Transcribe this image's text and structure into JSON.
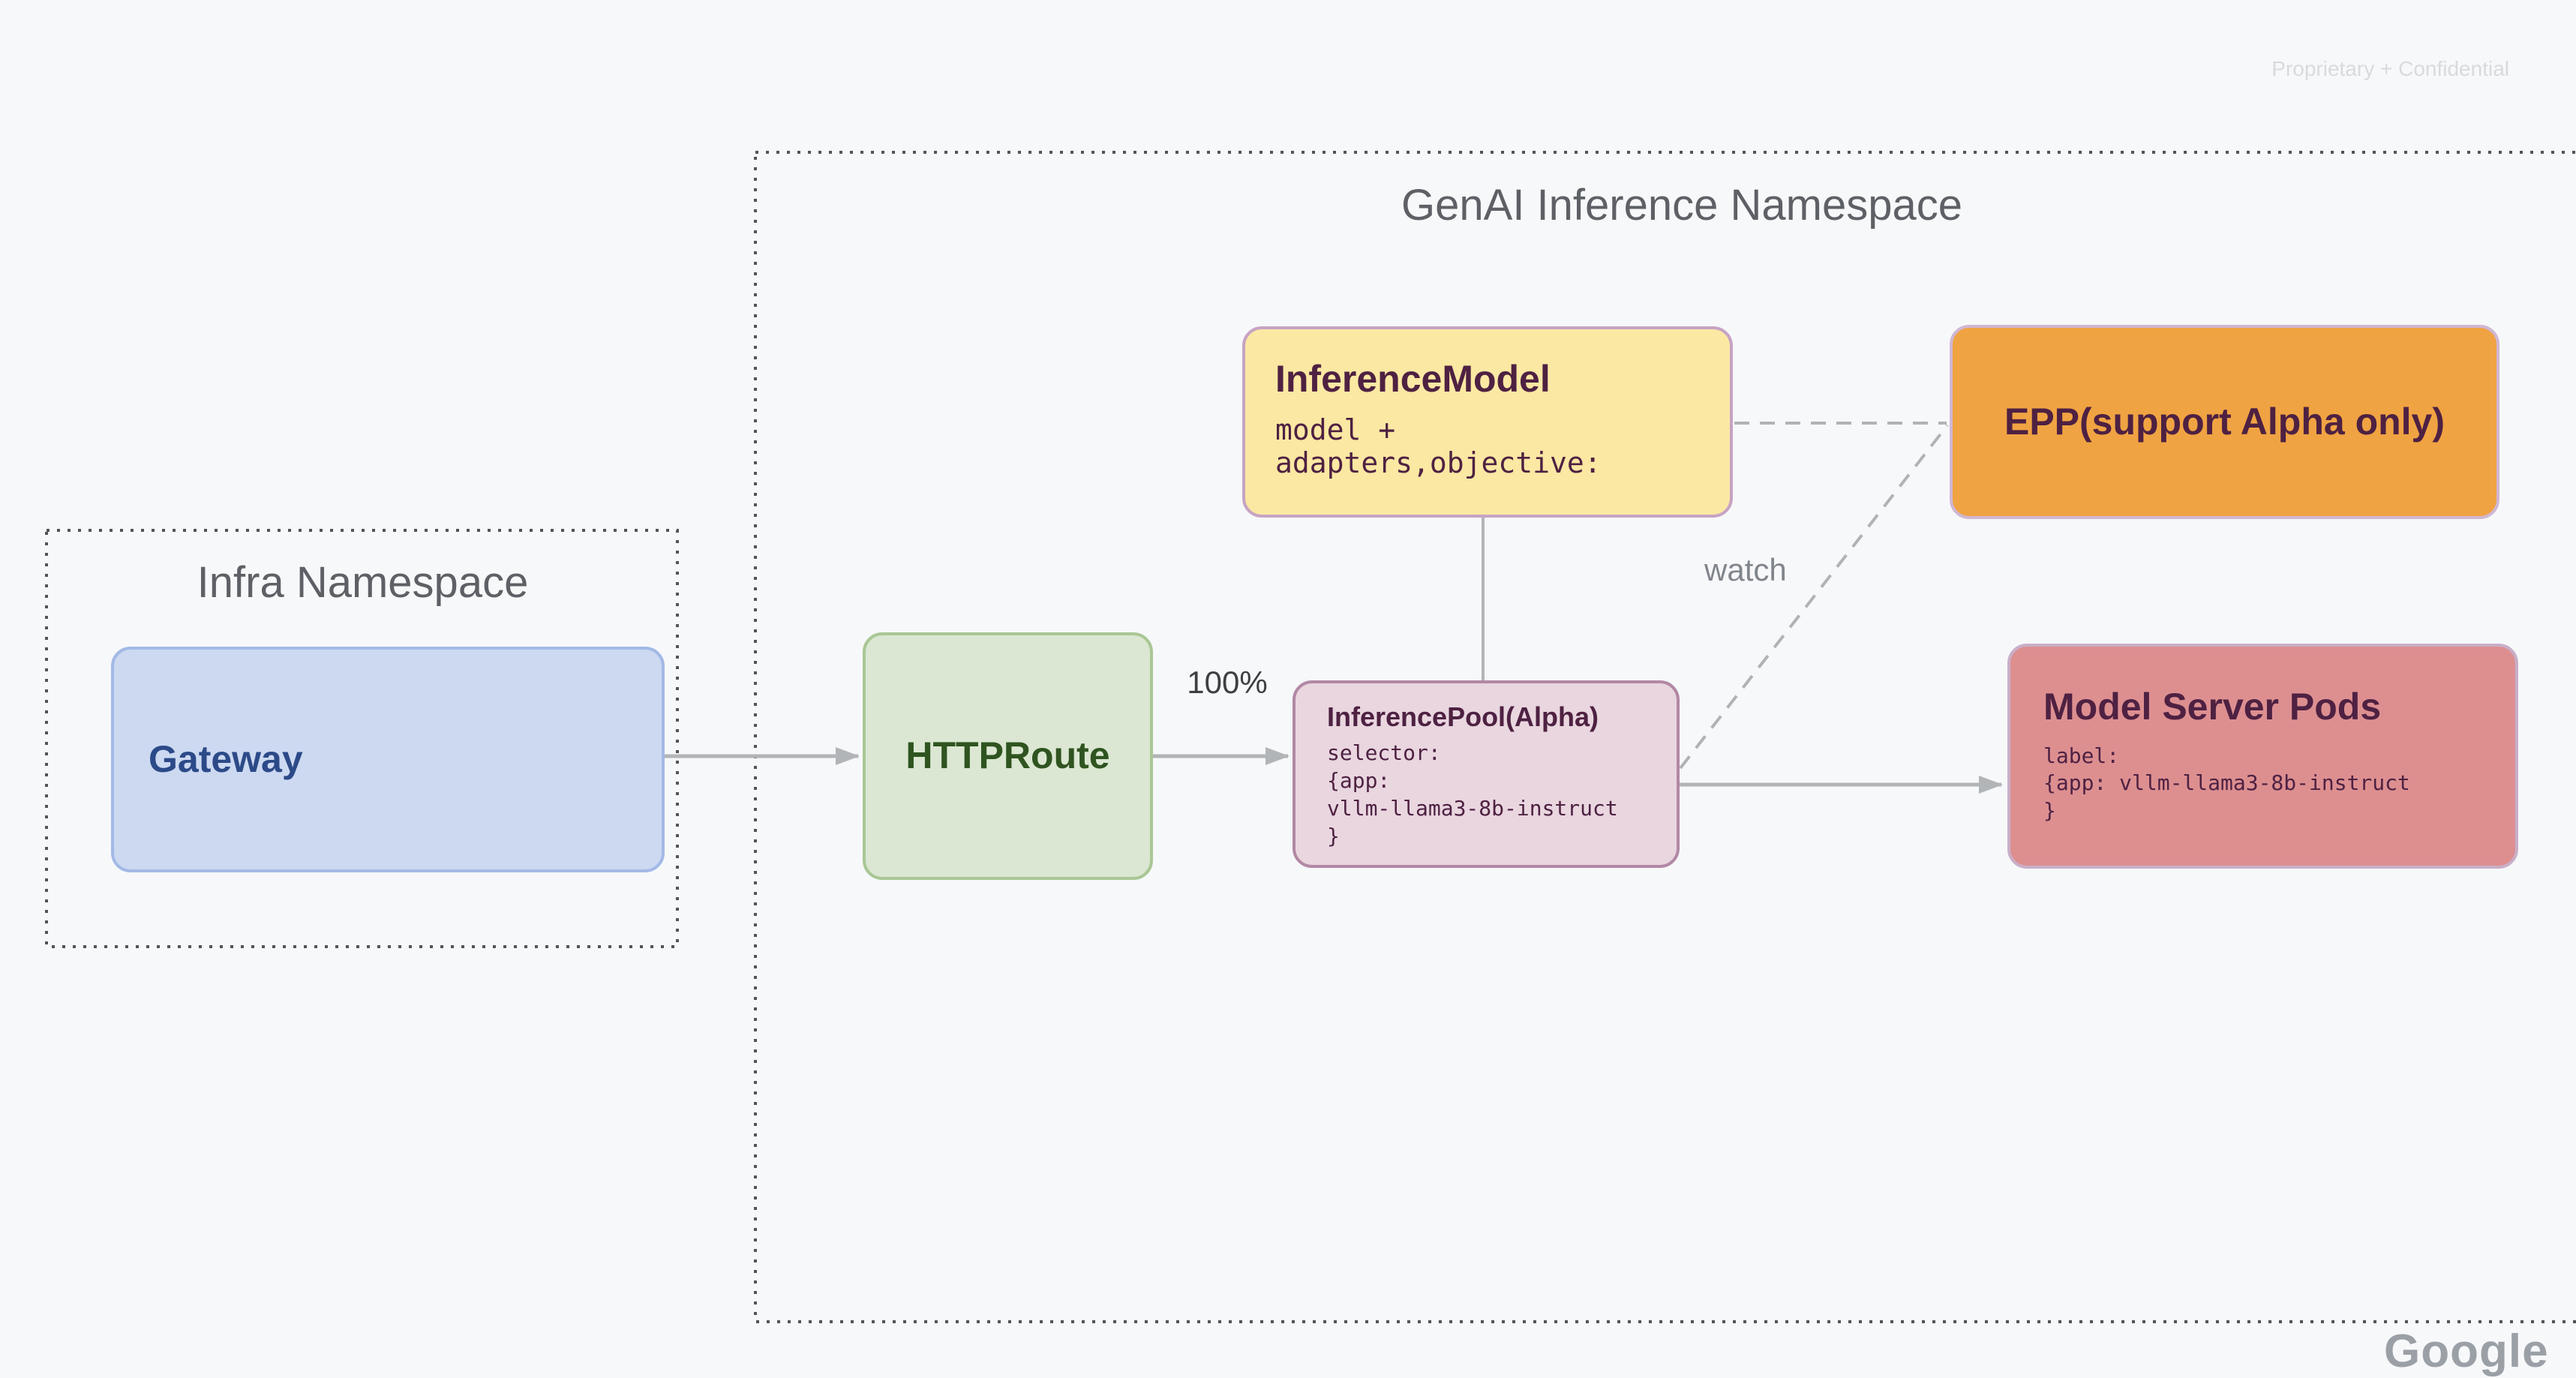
{
  "watermark": "Proprietary + Confidential",
  "brand_partial": "Google",
  "namespaces": {
    "genai": {
      "title": "GenAI Inference Namespace"
    },
    "infra": {
      "title": "Infra Namespace"
    }
  },
  "nodes": {
    "gateway": {
      "title": "Gateway"
    },
    "httproute": {
      "title": "HTTPRoute"
    },
    "inference_model": {
      "title": "InferenceModel",
      "body": "model +\nadapters,objective:"
    },
    "epp": {
      "title": "EPP(support Alpha only)"
    },
    "inference_pool": {
      "title": "InferencePool(Alpha)",
      "body": "selector:\n{app:\nvllm-llama3-8b-instruct\n}"
    },
    "model_server_pods": {
      "title": "Model Server Pods",
      "body": "label:\n{app: vllm-llama3-8b-instruct\n}"
    }
  },
  "edge_labels": {
    "traffic_split": "100%",
    "watch": "watch"
  },
  "colors": {
    "background": "#f7f8fa",
    "gateway_fill": "#ccd9f1",
    "gateway_text": "#2c4a88",
    "httproute_fill": "#dbe7d2",
    "httproute_text": "#2f5420",
    "inference_model_fill": "#fbe8a3",
    "epp_fill": "#f0a342",
    "inference_pool_fill": "#e9d6df",
    "model_server_pods_fill": "#dd8f90",
    "card_text_maroon": "#4e2142",
    "connector_gray": "#b2b5b8",
    "dotted_border": "#545454"
  }
}
